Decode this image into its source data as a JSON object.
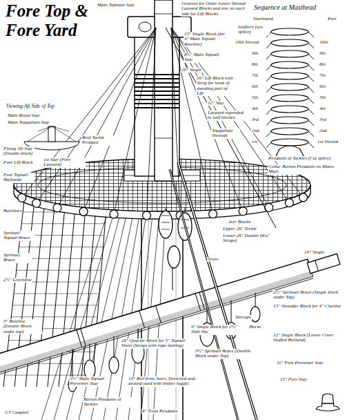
{
  "diagram": {
    "title": "Fore Top & Fore Yard",
    "labels": [
      "Sequence at Masthead",
      "Starboard.",
      "Port",
      "Swifters (eye splice)",
      "10th Shroud",
      "9th",
      "8th",
      "7th",
      "6th",
      "5th",
      "4th",
      "3rd",
      "2nd",
      "1st",
      "10th",
      "9th",
      "8th",
      "7th",
      "6th",
      "5th",
      "4th",
      "3rd",
      "2nd",
      "1st Shroud",
      "Pendants of Tackles (Cut splice)",
      "Collar Burton Pendants on Mizen Mast.",
      "Viewing Aft Side of Top",
      "Main Royal Stay",
      "Main Topgallant Stay",
      "Flying Jib Stay (Double block)",
      "Reef Tackle Pendant",
      "Fore Lift Block",
      "1st Stay (Fore Lanyard)",
      "Main Topmast Stay",
      "Grooves for Outer Lower Shroud Lanyard Blocks and one on each side for Lift Blocks",
      "15″ Single Block (for 4″ Main Topsail Bowline)",
      "8½″ Main Topsail Stay",
      "20″ Single",
      "16″ Lift Block with Strop for hook of standing part of Lift",
      "12″ Stay",
      "Lanyard expended in half hitches",
      "Topgallant Shrouds",
      "Fore Topsail Halliards",
      "Buntlines",
      "Spritsail Topsail Brace",
      "Spritsail Brace",
      "2½″ Leechline",
      "3″ Buntline (Double Block under top)",
      "Jeer Blocks",
      "Upper 26″ Treble",
      "Lower 26″ Double (8¼″ Strops)",
      "Truss",
      "10″ Single",
      "2½″ Spritsail Brace (Single block under Top)",
      "15″ Shoulder Block for 4″ Clueline",
      "Stirrups",
      "Horse",
      "12″ Single Block (Lower Cover Stuffed Holland)",
      "11″ Fore Preventer Stay",
      "15″ Fore Stay",
      "26″ Quarter Block for 5″ Topsail Sheet (Strops with rope lashing)",
      "9″ Single Block for 2½″ Slab line",
      "3½″ Spritsail Brace (Double Block under Top)",
      "14″ Roll from Jeers, Stretched and around yard with timber toggle.",
      "8″ Truss Pendants",
      "2½″ Main Topsail Preventer Stay",
      "Burton Pendants of Tackles",
      "G F Campbell"
    ]
  }
}
